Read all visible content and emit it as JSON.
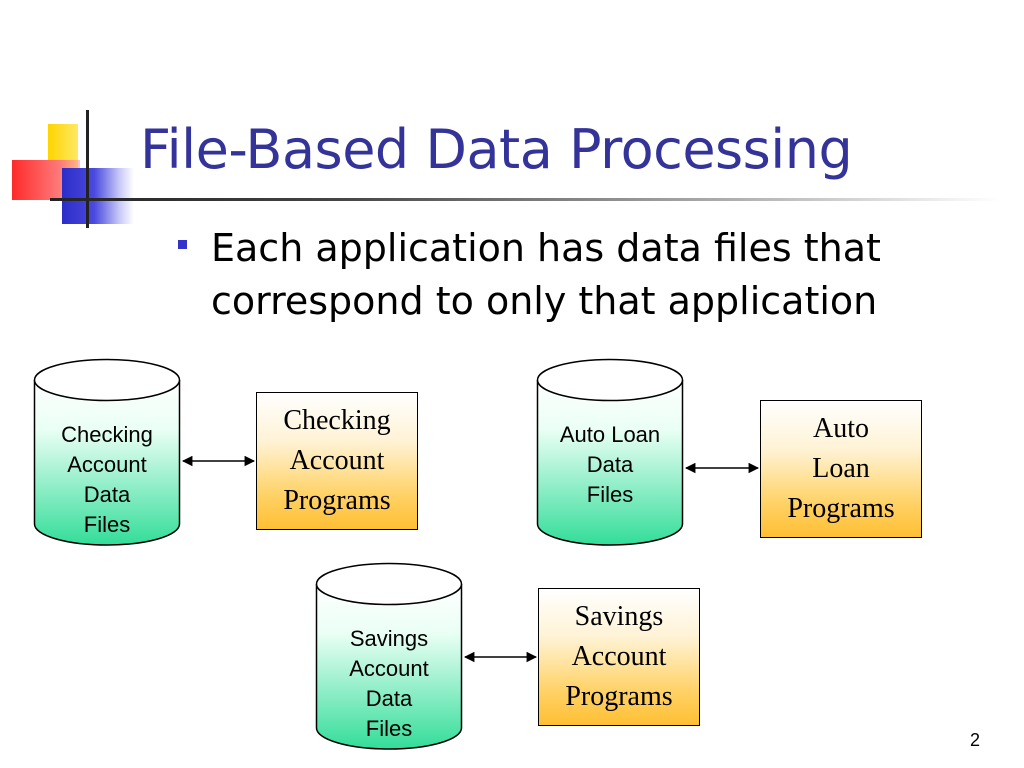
{
  "slide": {
    "title": "File-Based Data Processing",
    "bullet": "Each application has data files that correspond to only that application",
    "bullet_lines": [
      "Each application has data files that",
      "correspond to only that application"
    ],
    "page_number": "2"
  },
  "diagram": {
    "systems": [
      {
        "data_files": [
          "Checking",
          "Account",
          "Data",
          "Files"
        ],
        "programs": [
          "Checking",
          "Account",
          "Programs"
        ]
      },
      {
        "data_files": [
          "Auto Loan",
          "Data",
          "Files"
        ],
        "programs": [
          "Auto",
          "Loan",
          "Programs"
        ]
      },
      {
        "data_files": [
          "Savings",
          "Account",
          "Data",
          "Files"
        ],
        "programs": [
          "Savings",
          "Account",
          "Programs"
        ]
      }
    ],
    "connector": "bidirectional-arrow"
  },
  "colors": {
    "title": "#333399",
    "bullet_marker": "#3333cc",
    "cylinder_top": "#ffffff",
    "cylinder_bottom": "#33dd99",
    "programs_top": "#ffffff",
    "programs_bottom": "#ffbf33",
    "deco_yellow": "#ffdd00",
    "deco_red": "#ff3333",
    "deco_blue": "#3333cc"
  }
}
